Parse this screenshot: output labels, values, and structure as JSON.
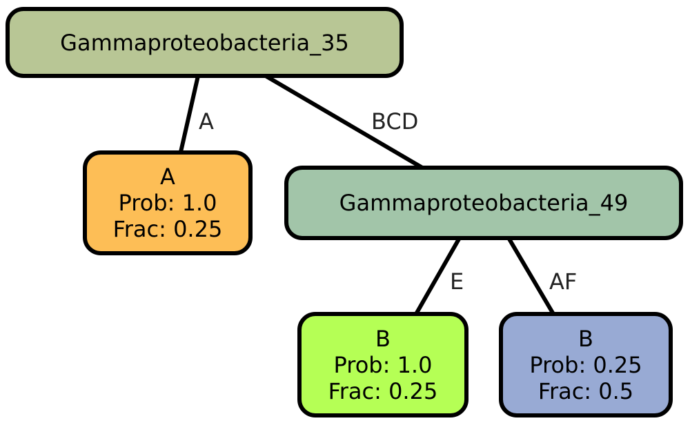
{
  "nodes": {
    "root": {
      "title": "Gammaproteobacteria_35",
      "color": "#b8c695"
    },
    "leaf_a": {
      "title": "A",
      "prob": "Prob: 1.0",
      "frac": "Frac: 0.25",
      "color": "#fdbe56"
    },
    "inner": {
      "title": "Gammaproteobacteria_49",
      "color": "#a2c5a9"
    },
    "leaf_b1": {
      "title": "B",
      "prob": "Prob: 1.0",
      "frac": "Frac: 0.25",
      "color": "#b5ff55"
    },
    "leaf_b2": {
      "title": "B",
      "prob": "Prob: 0.25",
      "frac": "Frac: 0.5",
      "color": "#98aad4"
    }
  },
  "edges": {
    "root_to_a": "A",
    "root_to_inner": "BCD",
    "inner_to_b1": "E",
    "inner_to_b2": "AF"
  }
}
